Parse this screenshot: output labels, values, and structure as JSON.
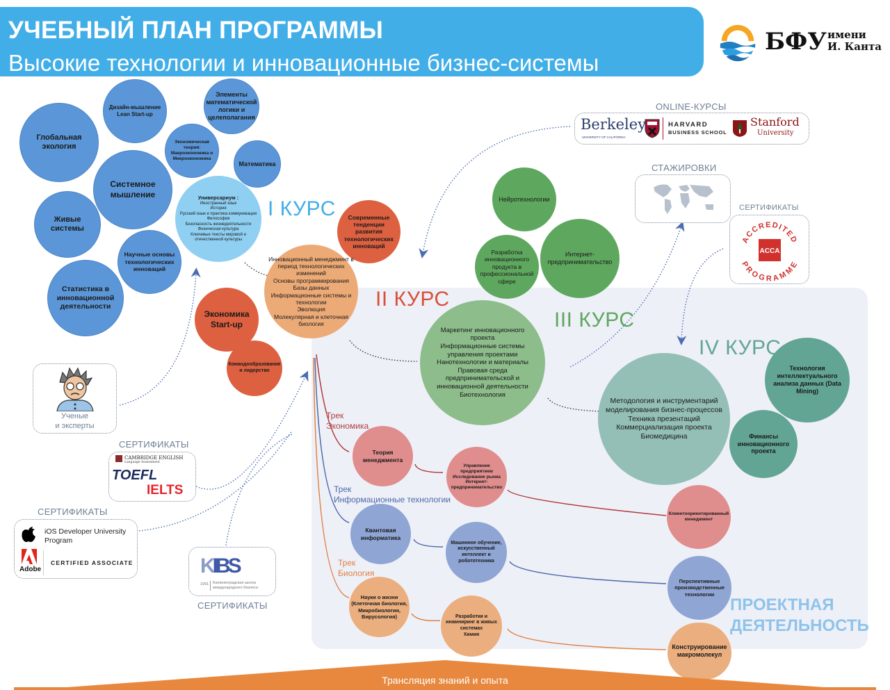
{
  "header": {
    "title": "УЧЕБНЫЙ ПЛАН ПРОГРАММЫ",
    "subtitle": "Высокие технологии и инновационные бизнес-системы"
  },
  "logo": {
    "name": "БФУ",
    "line1": "имени",
    "line2": "И. Канта"
  },
  "colors": {
    "header": "#42aee8",
    "course1": "#42aee8",
    "course2": "#d9503a",
    "course3": "#5ea75e",
    "course4": "#62a595",
    "project_area": "#eef0f8",
    "footer": "#e8883e"
  },
  "courses": {
    "c1": "I КУРС",
    "c2": "II КУРС",
    "c3": "III КУРС",
    "c4": "IV КУРС"
  },
  "course1_bubbles": {
    "global_ecology": "Глобальная экология",
    "design_thinking": "Дизайн-мышление Lean Start-up",
    "math_logic": "Элементы математической логики и целеполагания",
    "econ_theory": "Экономическая теория: Макроэкономика и Микроэкономика",
    "system_thinking": "Системное мышление",
    "math": "Математика",
    "living_systems": "Живые системы",
    "sci_foundations": "Научные основы технологических инноваций",
    "statistics": "Статистика в инновационной деятельности",
    "universarium_title": "Универсариум :",
    "universarium_items": "Иностранный язык\nИстория\nРусский язык и практика коммуникации\nФилософия\nБезопасность жизнедеятельности\nФизическая культура\nКлючевые тексты мировой и отечественной культуры"
  },
  "course2_bubbles": {
    "trends": "Современные тенденции развития технологических инноваций",
    "main": "Инновационный менеджмент в период технологических изменений\nОсновы программирования\nБазы данных\nИнформационные системы и технологии\nЭволюция\nМолекулярная и клеточная биология",
    "startup": "Экономика Start-up",
    "team": "Командообразование и лидерство"
  },
  "course3_bubbles": {
    "neuro": "Нейротехнологии",
    "product_dev": "Разработка инновационного продукта в профессиональной сфере",
    "internet_ent": "Интернет-предпринимательство",
    "main": "Маркетинг инновационного проекта\nИнформационные системы управления проектами\nНанотехнологии и материалы\nПравовая среда предпринимательской и инновационной деятельности\nБиотехнология"
  },
  "course4_bubbles": {
    "main": "Методология и инструментарий моделирования бизнес-процессов\nТехника презентаций\nКоммерциализация проекта\nБиомедицина",
    "data_mining": "Технология интеллектуального анализа данных (Data Mining)",
    "finance": "Финансы инновационного проекта"
  },
  "tracks": {
    "economics": {
      "label": "Трек\nЭкономика",
      "items": [
        "Теория менеджмента",
        "Управление предприятием\nИсследование рынка\nИнтернет-предпринимательство",
        "Клиентоориентированный менеджмент"
      ]
    },
    "it": {
      "label": "Трек\nИнформационные технологии",
      "items": [
        "Квантовая информатика",
        "Машинное обучение, искусственный интеллект и робототехника",
        "Перспективные производственные технологии"
      ]
    },
    "biology": {
      "label": "Трек\nБиология",
      "items": [
        "Науки о жизни (Клеточная биология, Микробиология, Вирусология)",
        "Разработки и инжиниринг в живых системах\nХимия",
        "Конструирование макромолекул"
      ]
    }
  },
  "project_label": "ПРОЕКТНАЯ\nДЕЯТЕЛЬНОСТЬ",
  "side_boxes": {
    "online_caption": "ONLINE-КУРСЫ",
    "online_logos": {
      "berkeley": "Berkeley",
      "berkeley_sub": "UNIVERSITY OF CALIFORNIA",
      "harvard": "HARVARD",
      "harvard_sub": "BUSINESS SCHOOL",
      "stanford": "Stanford",
      "stanford_sub": "University"
    },
    "internships_caption": "СТАЖИРОВКИ",
    "acca_caption": "СЕРТИФИКАТЫ",
    "acca_ring_top": "ACCREDITED",
    "acca_ring_bottom": "PROGRAMME",
    "acca_center": "ACCA",
    "experts_label": "Ученые\nи эксперты",
    "lang_caption": "СЕРТИФИКАТЫ",
    "cambridge": "CAMBRIDGE ENGLISH",
    "cambridge_sub": "Language Assessment",
    "toefl": "TOEFL",
    "ielts": "IELTS",
    "apple_caption": "СЕРТИФИКАТЫ",
    "apple_text": "iOS Developer University Program",
    "adobe": "Adobe",
    "adobe_cert": "CERTIFIED ASSOCIATE",
    "kibs_caption": "СЕРТИФИКАТЫ",
    "kibs_year": "1991",
    "kibs_text": "Калининградская школа международного бизнеса"
  },
  "footer": {
    "text": "Трансляция знаний и опыта"
  }
}
